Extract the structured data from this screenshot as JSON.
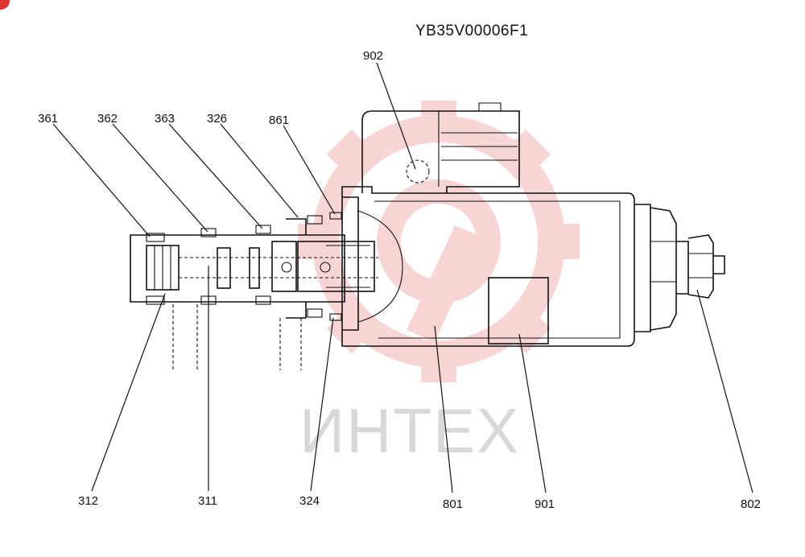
{
  "title": "YB35V00006F1",
  "watermark": {
    "text": "ИНТЕХ",
    "logo": "gear-wrench-logo",
    "color": "#f4b4b4"
  },
  "labels": {
    "l361": "361",
    "l362": "362",
    "l363": "363",
    "l326": "326",
    "l861": "861",
    "l902": "902",
    "l312": "312",
    "l311": "311",
    "l324": "324",
    "l801": "801",
    "l901": "901",
    "l802": "802"
  },
  "badge": {
    "color": "#e03030"
  }
}
